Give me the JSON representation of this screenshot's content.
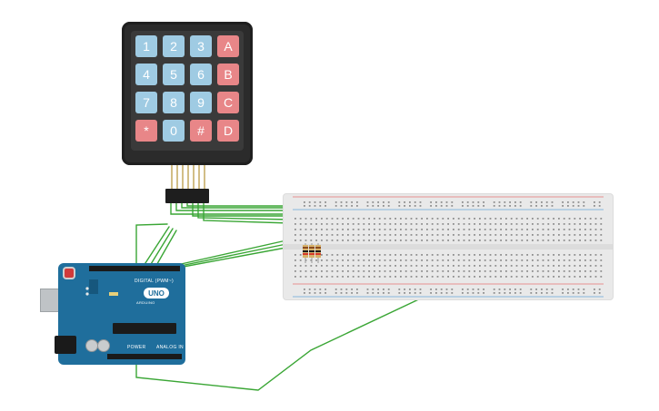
{
  "keypad": {
    "keys": [
      {
        "label": "1",
        "kind": "number"
      },
      {
        "label": "2",
        "kind": "number"
      },
      {
        "label": "3",
        "kind": "number"
      },
      {
        "label": "A",
        "kind": "letter"
      },
      {
        "label": "4",
        "kind": "number"
      },
      {
        "label": "5",
        "kind": "number"
      },
      {
        "label": "6",
        "kind": "number"
      },
      {
        "label": "B",
        "kind": "letter"
      },
      {
        "label": "7",
        "kind": "number"
      },
      {
        "label": "8",
        "kind": "number"
      },
      {
        "label": "9",
        "kind": "number"
      },
      {
        "label": "C",
        "kind": "letter"
      },
      {
        "label": "*",
        "kind": "symbol"
      },
      {
        "label": "0",
        "kind": "number"
      },
      {
        "label": "#",
        "kind": "symbol"
      },
      {
        "label": "D",
        "kind": "letter"
      }
    ]
  },
  "arduino": {
    "model_badge": "UNO",
    "digital_label": "DIGITAL (PWM~)",
    "power_label": "POWER",
    "analog_label": "ANALOG IN",
    "brand_label": "ARDUINO"
  },
  "colors": {
    "wire": "#3aa635",
    "board": "#1f6e9c",
    "key_blue": "#9fcbe3",
    "key_red": "#e88688",
    "breadboard": "#e9e9e9",
    "rail_red": "#e57373",
    "rail_blue": "#64a7d8"
  }
}
